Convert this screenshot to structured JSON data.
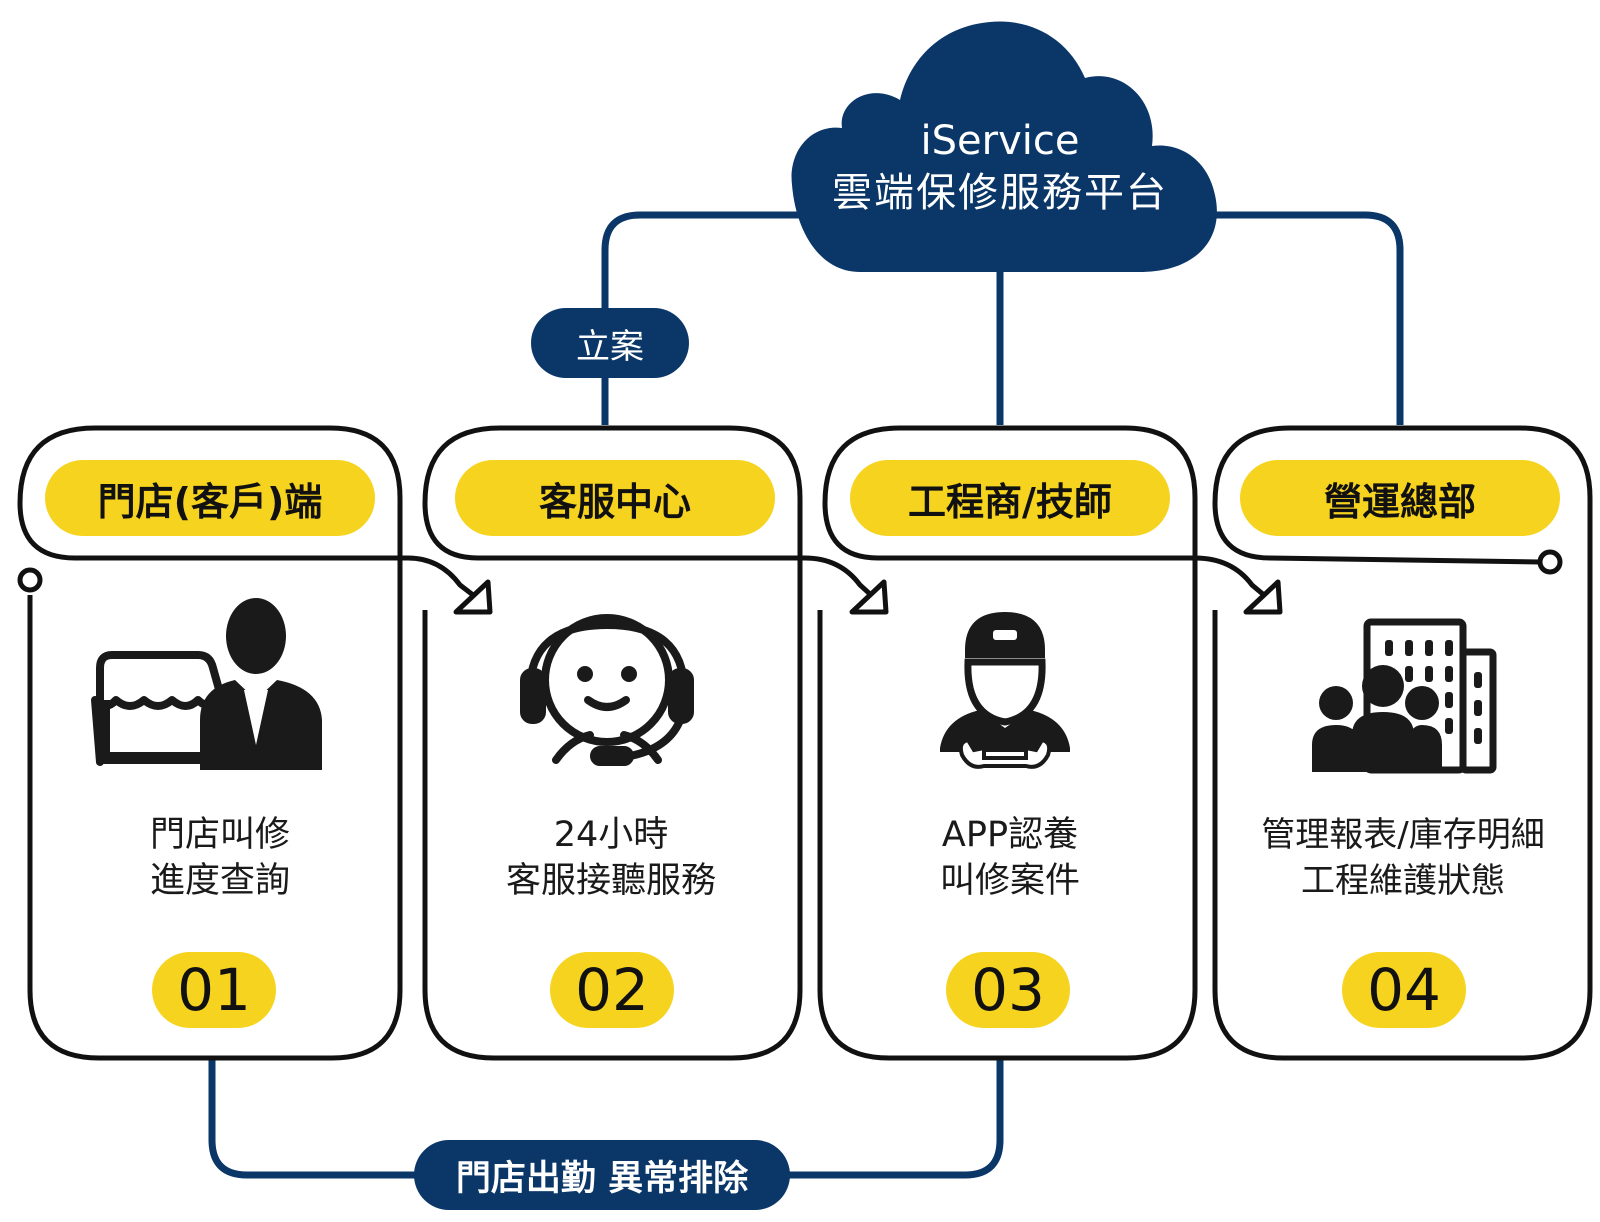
{
  "cloud": {
    "title": "iService",
    "subtitle": "雲端保修服務平台"
  },
  "badges": {
    "setup": "立案",
    "dispatch": "門店出勤 異常排除"
  },
  "cards": [
    {
      "header": "門店(客戶)端",
      "lines": [
        "門店叫修",
        "進度查詢"
      ],
      "number": "01",
      "icon": "store-owner-icon"
    },
    {
      "header": "客服中心",
      "lines": [
        "24小時",
        "客服接聽服務"
      ],
      "number": "02",
      "icon": "headset-agent-icon"
    },
    {
      "header": "工程商/技師",
      "lines": [
        "APP認養",
        "叫修案件"
      ],
      "number": "03",
      "icon": "technician-wrench-icon"
    },
    {
      "header": "營運總部",
      "lines": [
        "管理報表/庫存明細",
        "工程維護狀態"
      ],
      "number": "04",
      "icon": "headquarters-team-icon"
    }
  ],
  "colors": {
    "navy": "#0b3768",
    "yellow": "#f6d31e",
    "outline": "#111111",
    "icon": "#1a1a1a"
  }
}
